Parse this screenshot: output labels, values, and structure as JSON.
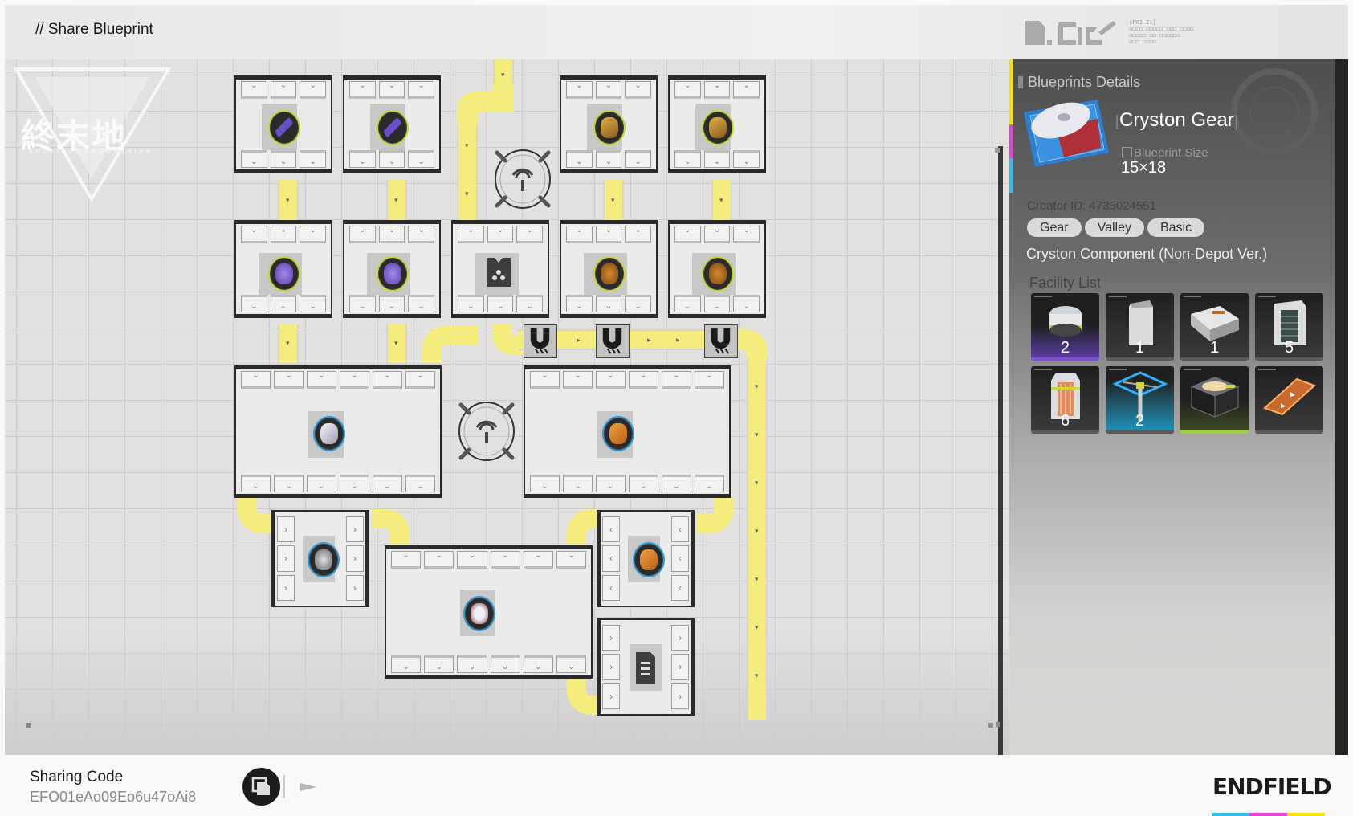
{
  "header": {
    "title": "// Share Blueprint",
    "deco_code": "[PX3-21]"
  },
  "logo": {
    "text_cn": "終末地",
    "text_en": "ENDFIELD INDUSTRIES"
  },
  "panel": {
    "title": "Blueprints Details",
    "blueprint_name": "Cryston Gear",
    "size_label": "Blueprint Size",
    "size_value": "15×18",
    "creator": "Creator ID: 4735024551",
    "tags": [
      "Gear",
      "Valley",
      "Basic"
    ],
    "description": "Cryston Component (Non-Depot Ver.)",
    "facility_title": "Facility List",
    "facilities": [
      {
        "name": "refining-unit",
        "count": "2",
        "accent": "#7b4fd6"
      },
      {
        "name": "storage-pillar",
        "count": "1",
        "accent": "#5a5a5a"
      },
      {
        "name": "fitting-unit",
        "count": "1",
        "accent": "#5a5a5a"
      },
      {
        "name": "shredding-unit",
        "count": "5",
        "accent": "#5a5a5a"
      },
      {
        "name": "furnace-unit",
        "count": "6",
        "accent": "#5a5a5a"
      },
      {
        "name": "relay-tower",
        "count": "2",
        "accent": "#5a5a5a"
      },
      {
        "name": "supply-box",
        "count": "",
        "accent": "#9bd13a"
      },
      {
        "name": "conveyor-belt",
        "count": "",
        "accent": "#5a5a5a"
      }
    ],
    "stripe_colors": [
      "#f5e400",
      "#e543d4",
      "#2ec0e8"
    ]
  },
  "footer": {
    "sharing_label": "Sharing Code",
    "sharing_code": "EFO01eAo09Eo6u47oAi8",
    "brand": "ENDFIELD",
    "brand_colors": [
      "#2ec0e8",
      "#e543d4",
      "#f5e400"
    ]
  },
  "blueprint": {
    "machines_row1": [
      {
        "item": "amethyst-fiber",
        "color": "#6a4fc8"
      },
      {
        "item": "amethyst-fiber",
        "color": "#6a4fc8"
      },
      {
        "item": "origocrust",
        "color": "#c8892a"
      },
      {
        "item": "origocrust",
        "color": "#c8892a"
      }
    ],
    "machines_row2": [
      {
        "item": "amethyst-ore",
        "color": "#7d5ad8"
      },
      {
        "item": "amethyst-ore",
        "color": "#7d5ad8"
      },
      {
        "item": "depot-unloader",
        "color": "#3a3a3a"
      },
      {
        "item": "originium-ore",
        "color": "#b8731f"
      },
      {
        "item": "originium-ore",
        "color": "#b8731f"
      }
    ]
  }
}
